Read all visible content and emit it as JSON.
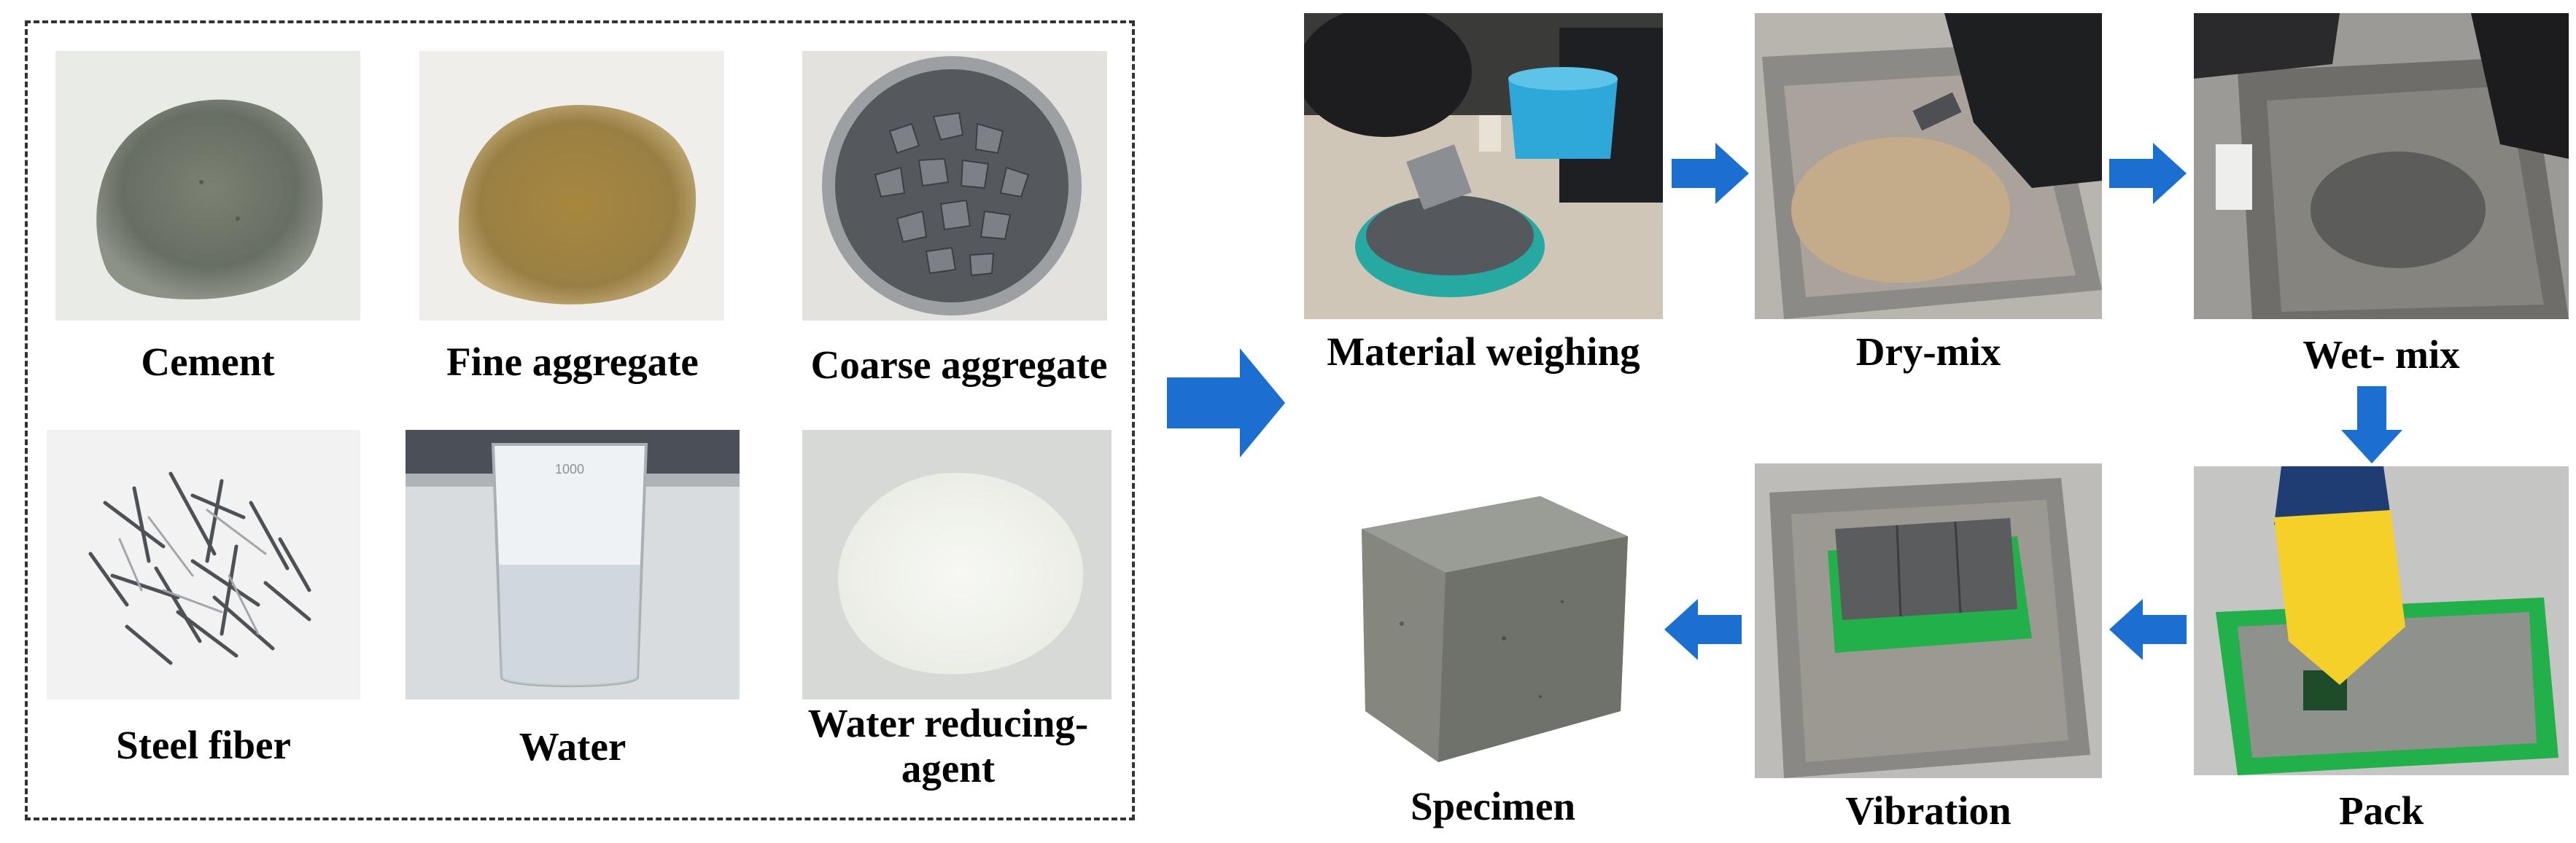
{
  "materials": {
    "cement": "Cement",
    "fine_aggregate": "Fine aggregate",
    "coarse_aggregate": "Coarse aggregate",
    "steel_fiber": "Steel fiber",
    "water": "Water",
    "water_reducing_agent": "Water reducing-agent",
    "beaker_marking": "1000"
  },
  "process": {
    "material_weighing": "Material weighing",
    "dry_mix": "Dry-mix",
    "wet_mix": "Wet- mix",
    "pack": "Pack",
    "vibration": "Vibration",
    "specimen": "Specimen"
  },
  "colors": {
    "arrow_blue": "#1a6fd0",
    "dash_border": "#333333",
    "cement": "#6e7568",
    "sand": "#a58a4a",
    "gravel": "#5a5d63",
    "steel": "#8a8e94",
    "powder": "#f0f2ec",
    "concrete": "#8b8d86",
    "mold_green": "#22b04a",
    "glove_yellow": "#f5d028"
  }
}
